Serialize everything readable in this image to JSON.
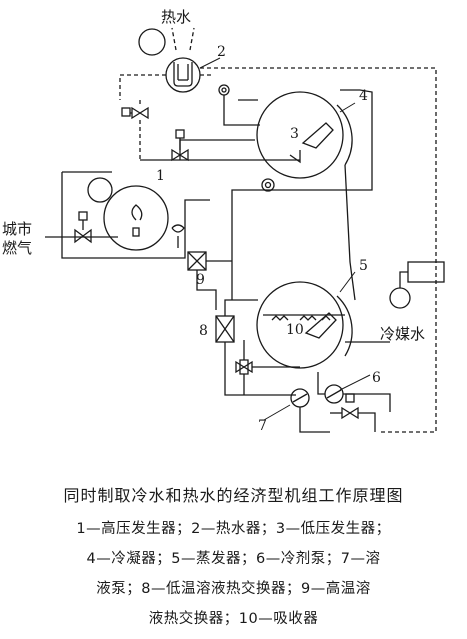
{
  "labels": {
    "hot_water": "热水",
    "city_gas": "城市\n燃气",
    "chilled_water": "冷媒水",
    "n1": "1",
    "n2": "2",
    "n3": "3",
    "n4": "4",
    "n5": "5",
    "n6": "6",
    "n7": "7",
    "n8": "8",
    "n9": "9",
    "n10": "10"
  },
  "caption": {
    "title": "同时制取冷水和热水的经济型机组工作原理图",
    "lines": [
      "1—高压发生器；2—热水器；3—低压发生器；",
      "4—冷凝器；5—蒸发器；6—冷剂泵；7—溶",
      "液泵；8—低温溶液热交换器；9—高温溶",
      "液热交换器；10—吸收器"
    ]
  }
}
